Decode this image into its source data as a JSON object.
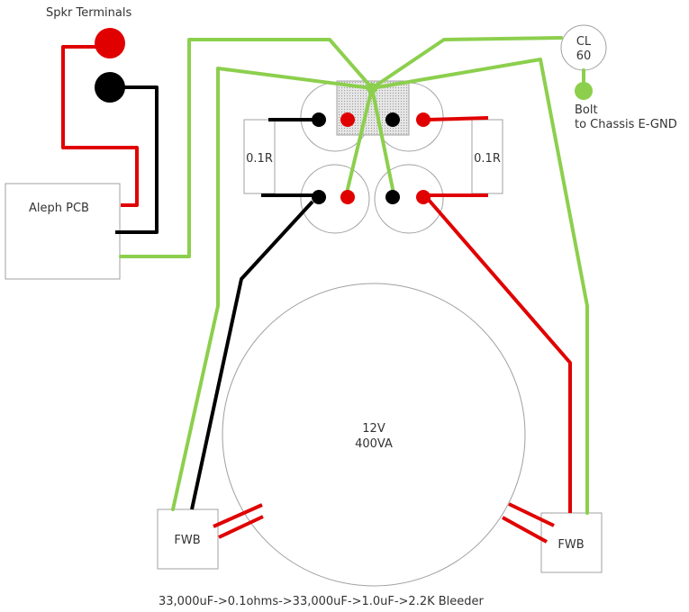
{
  "labels": {
    "speaker_terminals": "Spkr Terminals",
    "aleph_pcb": "Aleph PCB",
    "cl_line1": "CL",
    "cl_line2": "60",
    "bolt_line1": "Bolt",
    "bolt_line2": "to Chassis E-GND",
    "resistor_left": "0.1R",
    "resistor_right": "0.1R",
    "transformer_line1": "12V",
    "transformer_line2": "400VA",
    "fwb_left": "FWB",
    "fwb_right": "FWB",
    "caption": "33,000uF->0.1ohms->33,000uF->1.0uF->2.2K Bleeder"
  },
  "colors": {
    "positive_wire": "#e00000",
    "negative_wire": "#000000",
    "ground_wire": "#8ccf4d",
    "outline": "#a0a0a0",
    "ground_plate": "#d9d9d9"
  }
}
